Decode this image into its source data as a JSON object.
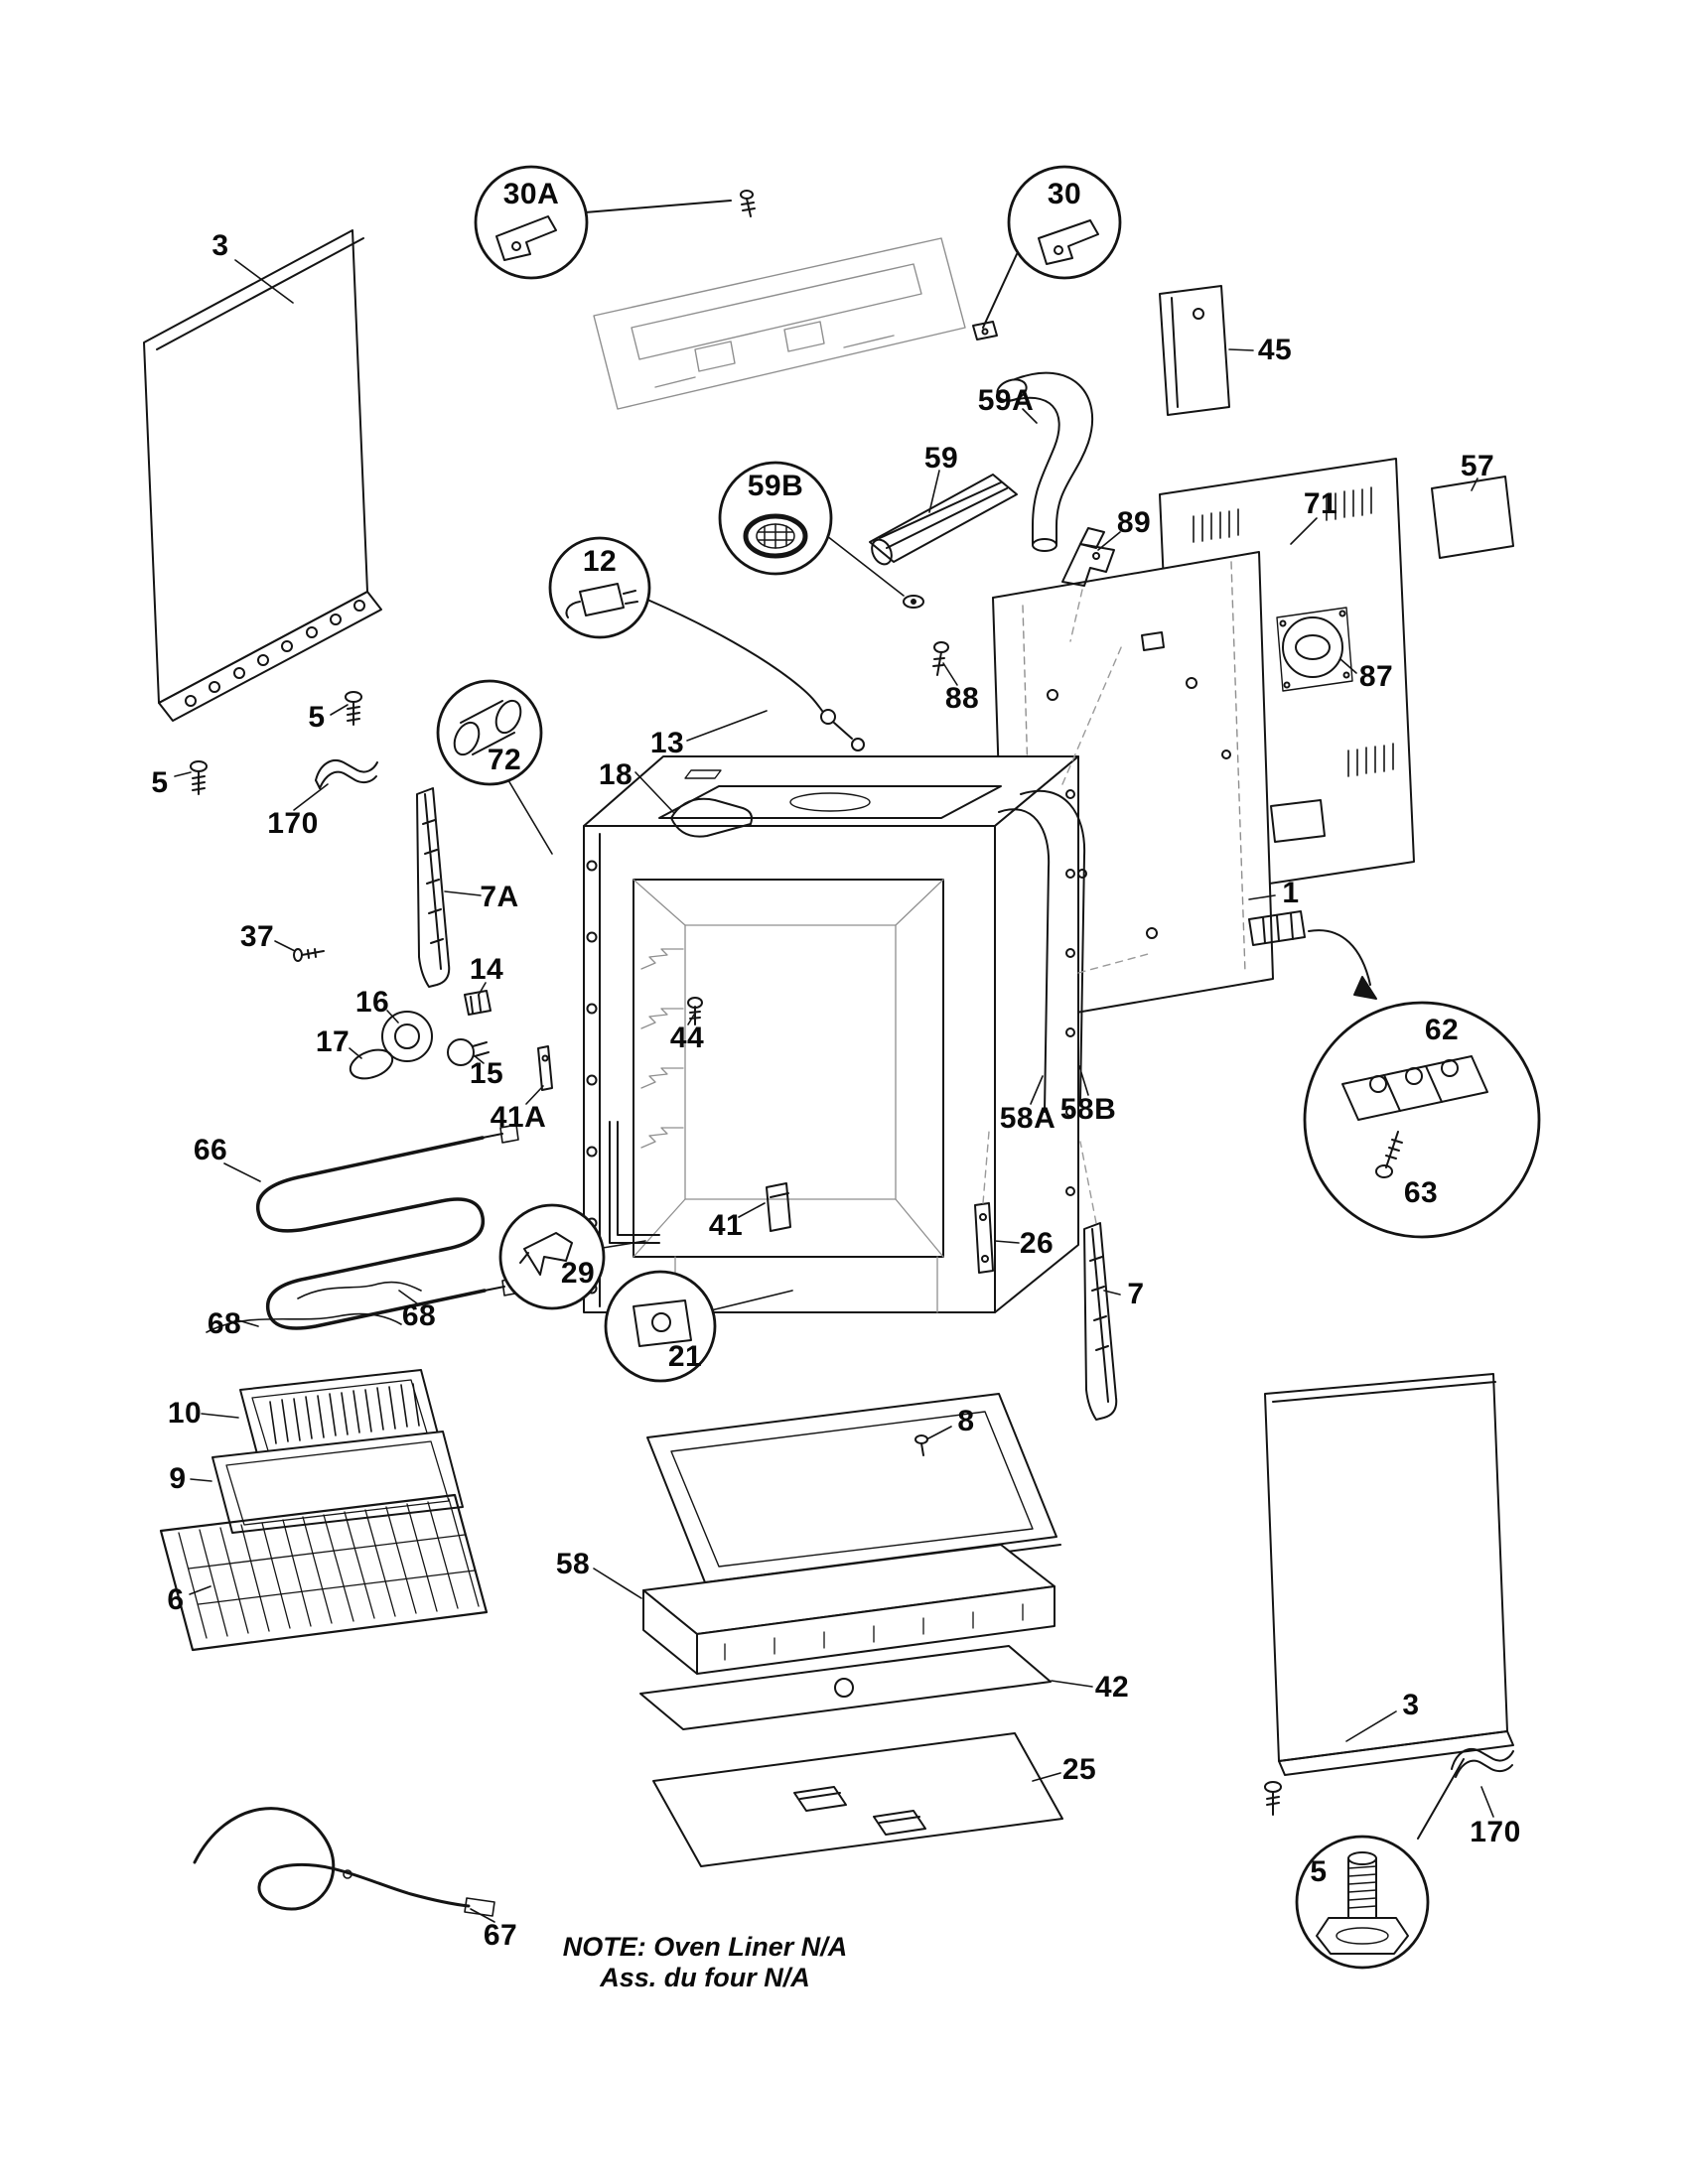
{
  "colors": {
    "ink": "#141414",
    "background": "#ffffff"
  },
  "note": {
    "line1": "NOTE: Oven Liner N/A",
    "line2": "Ass. du four N/A"
  },
  "labels": {
    "panel_left_3": "3",
    "bracket_30a": "30A",
    "bracket_30": "30",
    "shield_45": "45",
    "duct_59a": "59A",
    "duct_59": "59",
    "grommet_59b": "59B",
    "bracket_89": "89",
    "back_panel_71": "71",
    "panel_57": "57",
    "plug_12": "12",
    "screw_88": "88",
    "harness_13": "13",
    "deflector_18": "18",
    "plate_87": "87",
    "screw_5_top": "5",
    "screw_5_left": "5",
    "bracket_170_top": "170",
    "roller_72": "72",
    "trim_7a": "7A",
    "screw_37": "37",
    "socket_14": "14",
    "lamp_16": "16",
    "cover_17": "17",
    "bulb_15": "15",
    "bracket_41a": "41A",
    "screw_44": "44",
    "rear_panel_1": "1",
    "terminal_62": "62",
    "screw_63": "63",
    "element_66": "66",
    "support_68_left": "68",
    "support_68_right": "68",
    "hinge_29": "29",
    "bracket_41": "41",
    "bracket_26": "26",
    "trim_7": "7",
    "receptacle_21": "21",
    "wrapper_58a": "58A",
    "wrapper_58b": "58B",
    "insert_10": "10",
    "pan_9": "9",
    "rack_6": "6",
    "maintop_8": "8",
    "insulation_58": "58",
    "liner_42": "42",
    "panel_25": "25",
    "panel_right_3": "3",
    "leg_5": "5",
    "bracket_170_bottom": "170",
    "element_67": "67"
  }
}
